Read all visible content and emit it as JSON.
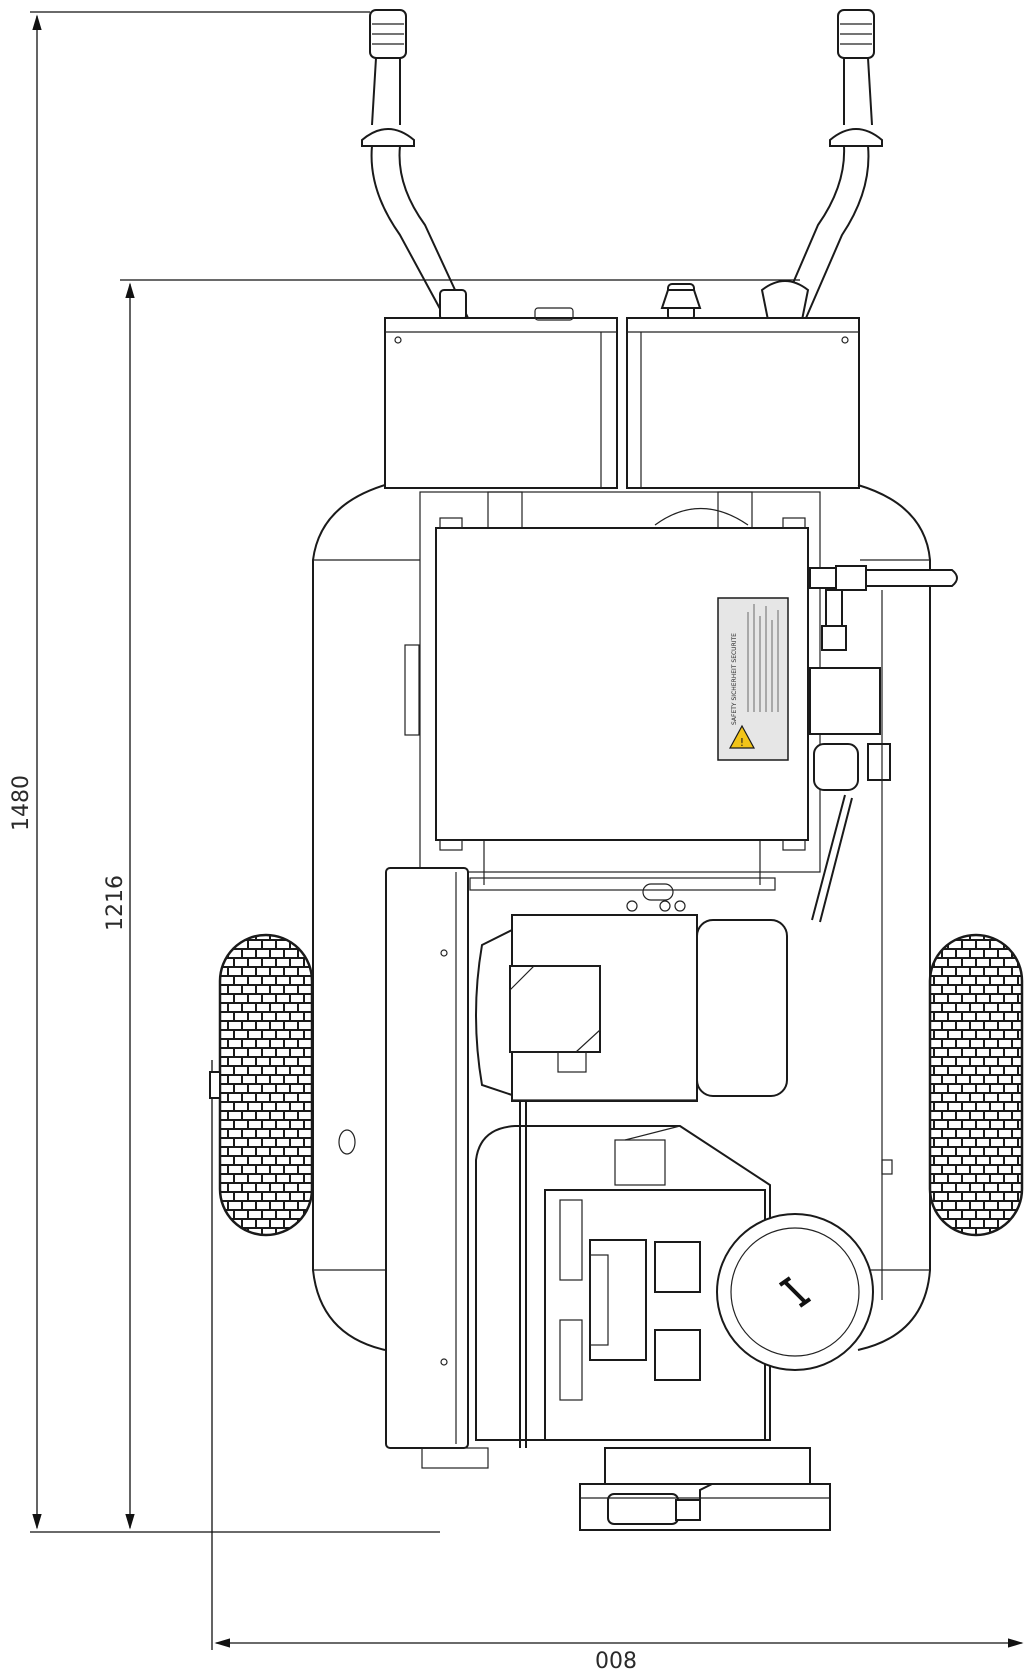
{
  "dimensions": {
    "total_height": "1480",
    "body_height": "1216",
    "width": "008"
  },
  "label_panel": {
    "heading": "SAFETY   SICHERHEIT   SECURITE",
    "icon": "warning-triangle-icon"
  },
  "colors": {
    "line": "#1a1a1a",
    "label_fill": "#e6e6e6",
    "warning_yellow": "#f2c418",
    "dimension_text": "#2a2a2a"
  }
}
